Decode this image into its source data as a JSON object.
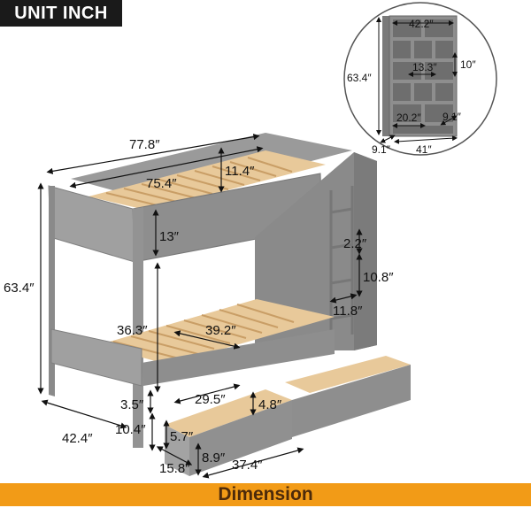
{
  "header": {
    "badge": "UNIT INCH"
  },
  "footer": {
    "title": "Dimension"
  },
  "colors": {
    "frame": "#8e8e8e",
    "frame_dark": "#6f6f6f",
    "frame_light": "#a6a6a6",
    "slat": "#e8c99a",
    "banner": "#f29b17"
  },
  "bed_dims": {
    "total_length": "77.8″",
    "inner_length": "75.4″",
    "guard_height": "11.4″",
    "top_rail_height": "13″",
    "total_height": "63.4″",
    "lower_clearance": "36.3″",
    "slat_width": "39.2″",
    "ladder_step": "2.2″",
    "ladder_spacing": "10.8″",
    "ladder_width": "11.8″",
    "floor_clearance": "3.5″",
    "bed_width": "42.4″",
    "drawer_inner_width": "29.5″",
    "drawer_inner_height": "4.8″",
    "drawer_clearance": "10.4″",
    "drawer_side_height": "5.7″",
    "drawer_depth": "15.8″",
    "drawer_height": "8.9″",
    "drawer_length": "37.4″"
  },
  "shelf_dims": {
    "width": "42.2″",
    "height": "63.4″",
    "cubby_width": "13.3″",
    "cubby_height": "10″",
    "bottom_cubby": "20.2″",
    "depth_small": "9.1″",
    "depth": "9.1″",
    "base_width": "41″"
  }
}
